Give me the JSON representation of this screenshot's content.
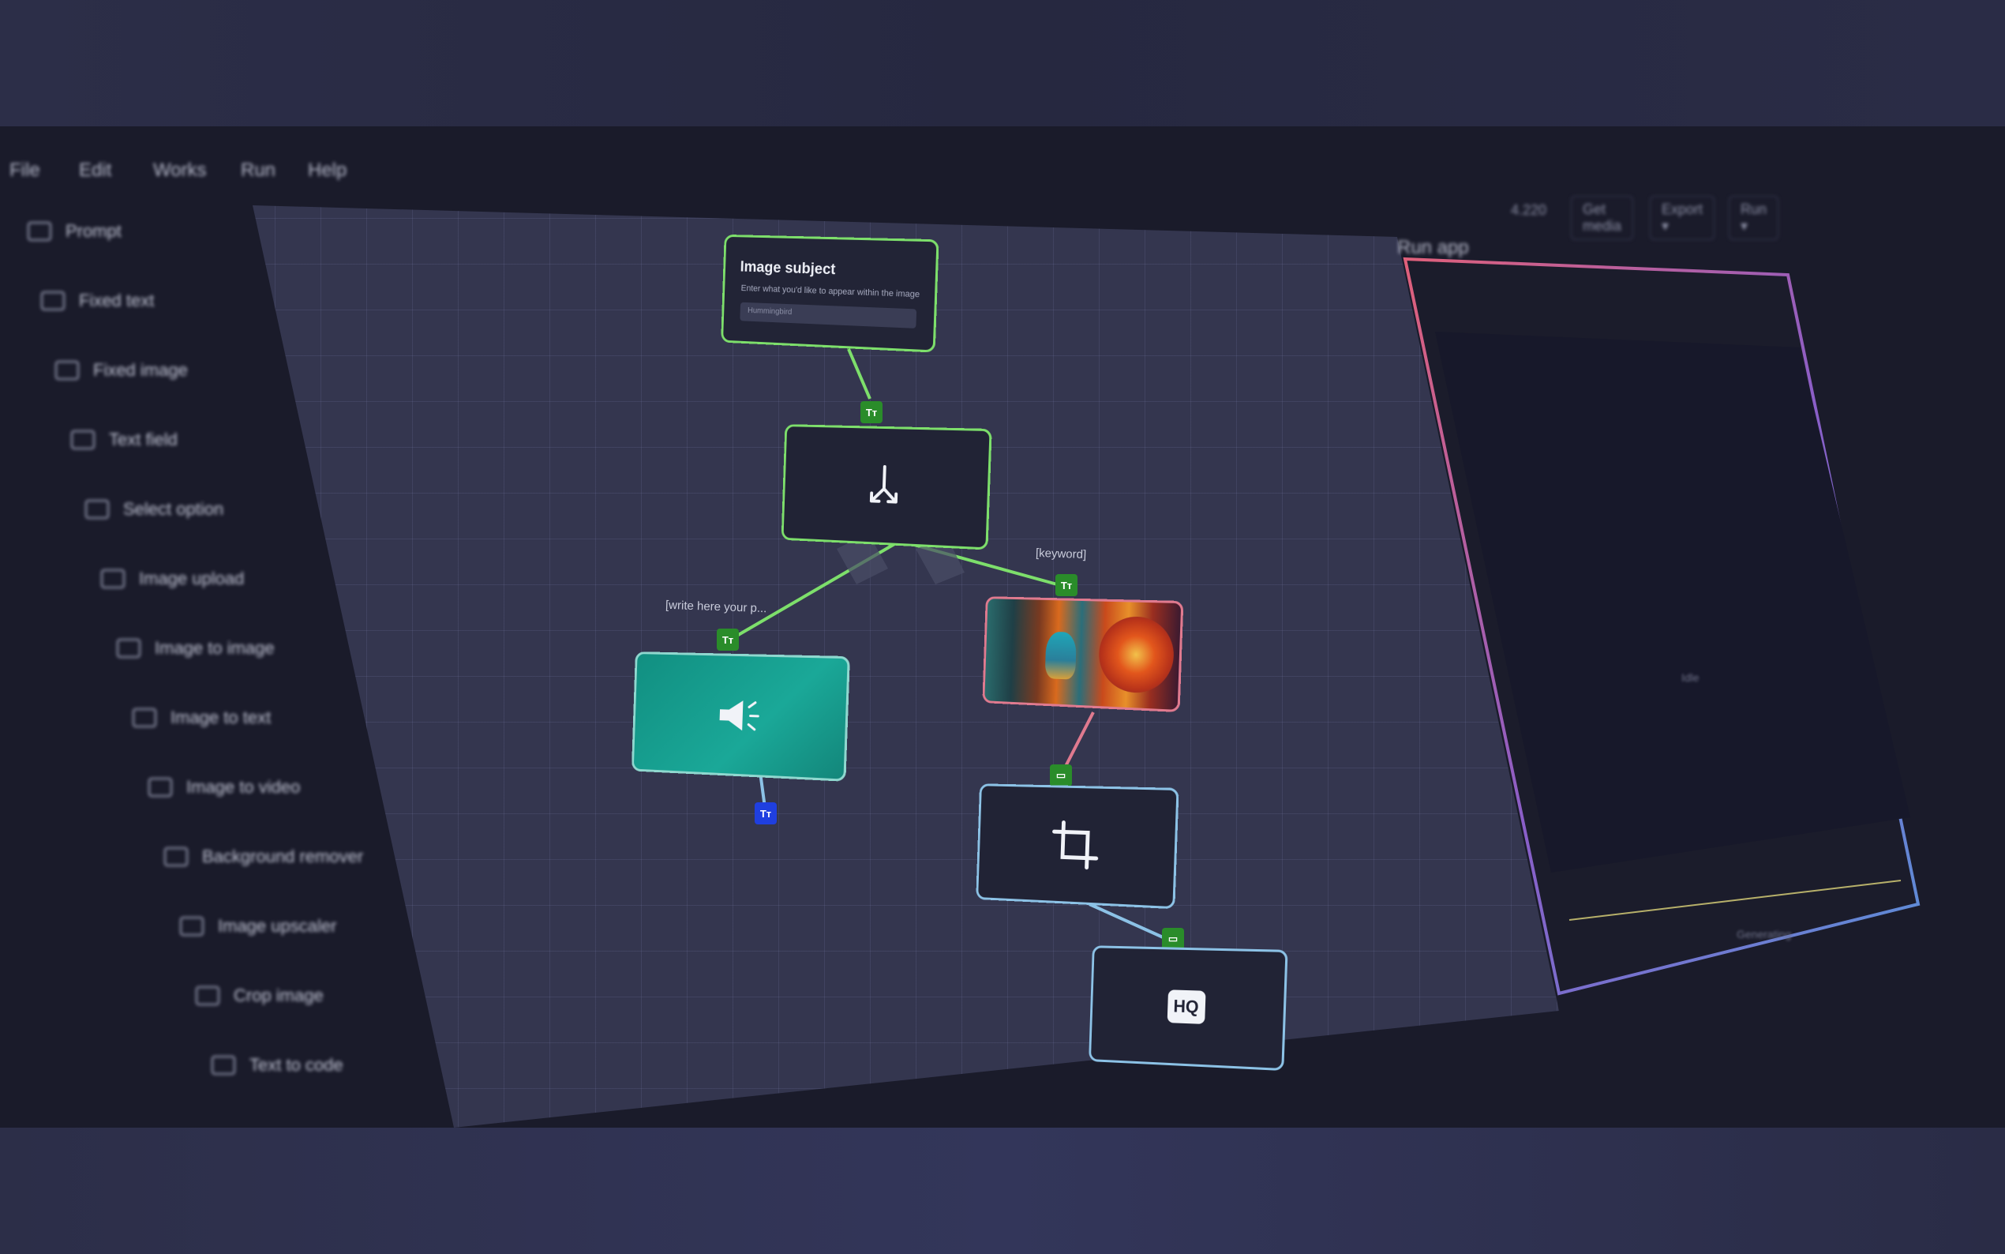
{
  "menu": {
    "items": [
      "File",
      "Edit",
      "Works",
      "Run",
      "Help"
    ]
  },
  "toolbar": {
    "credits": "4.220",
    "actions": [
      "Get media",
      "Export ▾",
      "Run ▾"
    ]
  },
  "sidebar": {
    "items": [
      {
        "label": "Prompt",
        "icon": "prompt-icon"
      },
      {
        "label": "Fixed text",
        "icon": "text-icon"
      },
      {
        "label": "Fixed image",
        "icon": "image-icon"
      },
      {
        "label": "Text field",
        "icon": "text-field-icon"
      },
      {
        "label": "Select option",
        "icon": "select-icon"
      },
      {
        "label": "Image upload",
        "icon": "upload-icon"
      },
      {
        "label": "Image to image",
        "icon": "image-to-image-icon"
      },
      {
        "label": "Image to text",
        "icon": "image-to-text-icon"
      },
      {
        "label": "Image to video",
        "icon": "image-to-video-icon"
      },
      {
        "label": "Background remover",
        "icon": "background-remover-icon"
      },
      {
        "label": "Image upscaler",
        "icon": "upscaler-icon"
      },
      {
        "label": "Crop image",
        "icon": "crop-icon"
      },
      {
        "label": "Text to code",
        "icon": "code-icon"
      }
    ]
  },
  "nodes": {
    "input": {
      "title": "Image subject",
      "description": "Enter what you'd like to appear within the image",
      "placeholder": "Hummingbird"
    },
    "badges": {
      "text": "Tт",
      "image": "▭"
    },
    "edges": {
      "left_label": "[write here your p...",
      "right_label": "[keyword]"
    },
    "hq_label": "HQ"
  },
  "run_panel": {
    "title": "Run app",
    "placeholder": "Generating",
    "ready": "Idle"
  },
  "colors": {
    "accent_green": "#7ddf6b",
    "accent_teal": "#1aa898",
    "accent_pink": "#e07a8f",
    "accent_blue": "#8cc2e6"
  }
}
